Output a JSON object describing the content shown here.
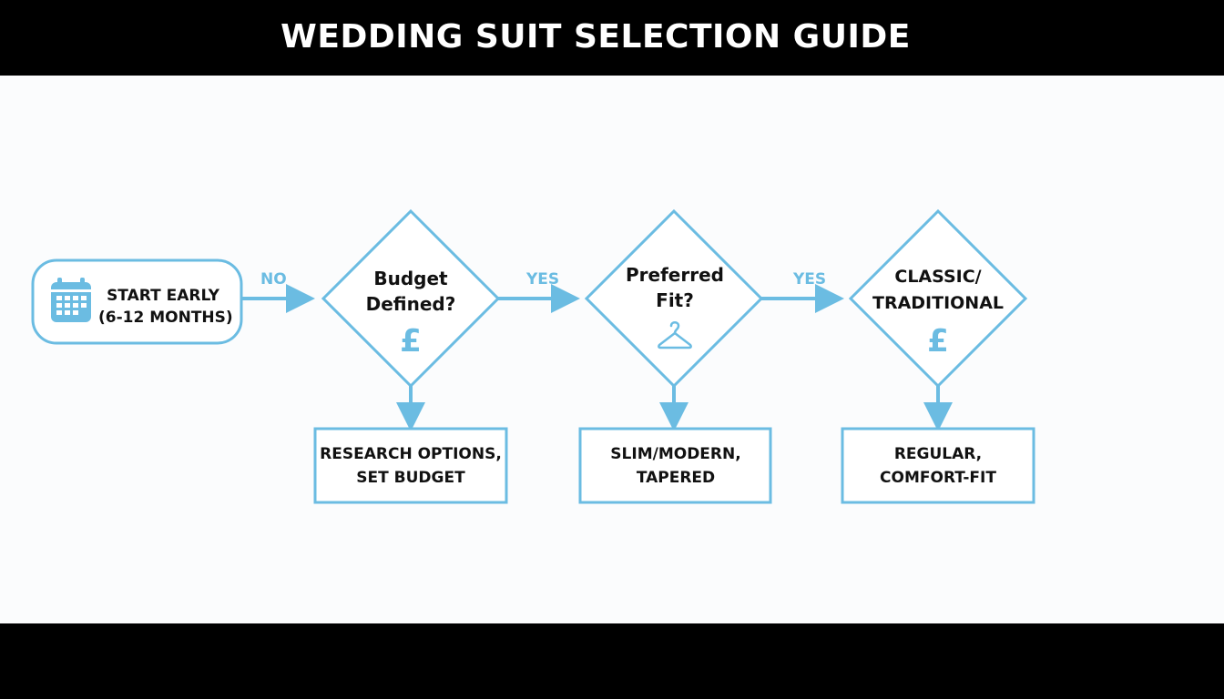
{
  "title": "WEDDING SUIT SELECTION GUIDE",
  "colors": {
    "accent": "#6bbce2",
    "background": "#fbfcfd",
    "bars": "#000000",
    "text": "#111111"
  },
  "start": {
    "icon": "calendar-icon",
    "line1": "START EARLY",
    "line2": "(6-12 MONTHS)"
  },
  "edges": {
    "start_to_budget": "NO",
    "budget_to_fit": "YES",
    "fit_to_classic": "YES"
  },
  "decisions": {
    "budget": {
      "line1": "Budget",
      "line2": "Defined?",
      "icon": "pound-icon",
      "icon_glyph": "£"
    },
    "fit": {
      "line1": "Preferred",
      "line2": "Fit?",
      "icon": "hanger-icon"
    },
    "classic": {
      "line1": "CLASSIC/",
      "line2": "TRADITIONAL",
      "icon": "pound-icon",
      "icon_glyph": "£"
    }
  },
  "outcomes": {
    "research": {
      "line1": "RESEARCH OPTIONS,",
      "line2": "SET BUDGET"
    },
    "slim": {
      "line1": "SLIM/MODERN,",
      "line2": "TAPERED"
    },
    "regular": {
      "line1": "REGULAR,",
      "line2": "COMFORT-FIT"
    }
  }
}
